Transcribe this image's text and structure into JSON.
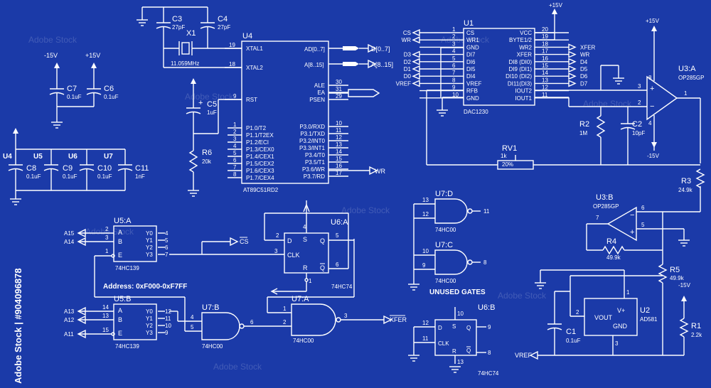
{
  "colors": {
    "background": "#1b3aa8",
    "ink": "#ffffff"
  },
  "watermark": {
    "text": "Adobe Stock",
    "side_text": "Adobe Stock | #904096878"
  },
  "decoupling": {
    "supply_left": "-15V",
    "supply_right": "+15V",
    "c7": {
      "ref": "C7",
      "value": "0.1uF"
    },
    "c6": {
      "ref": "C6",
      "value": "0.1uF"
    },
    "u4": "U4",
    "u5": "U5",
    "u6": "U6",
    "u7": "U7",
    "c8": {
      "ref": "C8",
      "value": "0.1uF"
    },
    "c9": {
      "ref": "C9",
      "value": "0.1uF"
    },
    "c10": {
      "ref": "C10",
      "value": "0.1uF"
    },
    "c11": {
      "ref": "C11",
      "value": "1nF"
    }
  },
  "crystal": {
    "c3": {
      "ref": "C3",
      "value": "27pF"
    },
    "c4": {
      "ref": "C4",
      "value": "27pF"
    },
    "x1": {
      "ref": "X1",
      "value": "11.059MHz"
    },
    "c5": {
      "ref": "C5",
      "value": "1uF",
      "plus": "+"
    },
    "r6": {
      "ref": "R6",
      "value": "20k"
    }
  },
  "mcu": {
    "ref": "U4",
    "part": "AT89C51RD2",
    "left_pins": [
      {
        "num": "19",
        "name": "XTAL1"
      },
      {
        "num": "18",
        "name": "XTAL2"
      },
      {
        "num": "9",
        "name": "RST"
      },
      {
        "num": "1",
        "name": "P1.0/T2"
      },
      {
        "num": "2",
        "name": "P1.1/T2EX"
      },
      {
        "num": "3",
        "name": "P1.2/ECI"
      },
      {
        "num": "4",
        "name": "P1.3/CEX0"
      },
      {
        "num": "5",
        "name": "P1.4/CEX1"
      },
      {
        "num": "6",
        "name": "P1.5/CEX2"
      },
      {
        "num": "7",
        "name": "P1.6/CEX3"
      },
      {
        "num": "8",
        "name": "P1.7/CEX4"
      }
    ],
    "right_pins": [
      {
        "num": "30",
        "name": "ALE"
      },
      {
        "num": "31",
        "name": "EA"
      },
      {
        "num": "29",
        "name": "PSEN"
      },
      {
        "num": "10",
        "name": "P3.0/RXD"
      },
      {
        "num": "11",
        "name": "P3.1/TXD"
      },
      {
        "num": "12",
        "name": "P3.2/INT0"
      },
      {
        "num": "13",
        "name": "P3.3/INT1"
      },
      {
        "num": "14",
        "name": "P3.4/T0"
      },
      {
        "num": "15",
        "name": "P3.5/T1"
      },
      {
        "num": "16",
        "name": "P3.6/WR"
      },
      {
        "num": "17",
        "name": "P3.7/RD"
      }
    ],
    "ad_pin": "AD[0..7]",
    "a_pin": "A[8..15]",
    "ad_net": "D[0..7]",
    "a_net": "A[8..15]",
    "wr_net": "WR"
  },
  "dac": {
    "ref": "U1",
    "part": "DAC1230",
    "left_pins": [
      {
        "num": "1",
        "name": "CS",
        "net": "CS"
      },
      {
        "num": "2",
        "name": "WR1",
        "net": "WR"
      },
      {
        "num": "3",
        "name": "GND",
        "net": ""
      },
      {
        "num": "4",
        "name": "DI7",
        "net": "D3"
      },
      {
        "num": "5",
        "name": "DI6",
        "net": "D2"
      },
      {
        "num": "6",
        "name": "DI5",
        "net": "D1"
      },
      {
        "num": "7",
        "name": "DI4",
        "net": "D0"
      },
      {
        "num": "8",
        "name": "VREF",
        "net": "VREF"
      },
      {
        "num": "9",
        "name": "RFB",
        "net": ""
      },
      {
        "num": "10",
        "name": "GND",
        "net": ""
      }
    ],
    "right_pins": [
      {
        "num": "20",
        "name": "VCC",
        "net": ""
      },
      {
        "num": "19",
        "name": "BYTE1/2",
        "net": ""
      },
      {
        "num": "18",
        "name": "WR2",
        "net": "XFER"
      },
      {
        "num": "17",
        "name": "XFER",
        "net": "WR"
      },
      {
        "num": "16",
        "name": "DI8 (DI0)",
        "net": "D4"
      },
      {
        "num": "15",
        "name": "DI9 (DI1)",
        "net": "D5"
      },
      {
        "num": "14",
        "name": "DI10 (DI2)",
        "net": "D6"
      },
      {
        "num": "13",
        "name": "DI11(DI3)",
        "net": "D7"
      },
      {
        "num": "12",
        "name": "IOUT2",
        "net": ""
      },
      {
        "num": "11",
        "name": "IOUT1",
        "net": ""
      }
    ],
    "supply": "+15V"
  },
  "opamp_a": {
    "ref": "U3:A",
    "part": "OP285GP",
    "supply_pos": "+15V",
    "supply_neg": "-15V",
    "pins": [
      "8",
      "3",
      "2",
      "1",
      "4"
    ],
    "r2": {
      "ref": "R2",
      "value": "1M"
    },
    "c2": {
      "ref": "C2",
      "value": "10pF"
    },
    "rv1": {
      "ref": "RV1",
      "value": "1k",
      "setting": "20%"
    },
    "r3": {
      "ref": "R3",
      "value": "24.9k"
    }
  },
  "opamp_b": {
    "ref": "U3:B",
    "part": "OP285GP",
    "pins": [
      "7",
      "6",
      "5"
    ],
    "r4": {
      "ref": "R4",
      "value": "49.9k"
    },
    "r5": {
      "ref": "R5",
      "value": "49.9k"
    },
    "supply_neg": "-15V"
  },
  "vref": {
    "ref": "U2",
    "part": "AD581",
    "pin_vout": "VOUT",
    "pin_vplus": "V+",
    "pin_gnd": "GND",
    "pins": [
      "2",
      "1",
      "3"
    ],
    "c1": {
      "ref": "C1",
      "value": "0.1uF"
    },
    "r1": {
      "ref": "R1",
      "value": "2.2k"
    },
    "net": "VREF"
  },
  "unused": {
    "label": "UNUSED GATES",
    "u7d": {
      "ref": "U7:D",
      "part": "74HC00",
      "pins": [
        "13",
        "12",
        "11"
      ]
    },
    "u7c": {
      "ref": "U7:C",
      "part": "74HC00",
      "pins": [
        "10",
        "9",
        "8"
      ]
    },
    "u6b": {
      "ref": "U6:B",
      "part": "74HC74",
      "pins": [
        "10",
        "12",
        "11",
        "13",
        "9",
        "8"
      ]
    }
  },
  "decoder": {
    "u5a": {
      "ref": "U5:A",
      "part": "74HC139",
      "inputs": [
        "A15",
        "A14"
      ],
      "pins_in": [
        "2",
        "3",
        "1"
      ],
      "pins_out": [
        "4",
        "5",
        "6",
        "7"
      ]
    },
    "u5b": {
      "ref": "U5:B",
      "part": "74HC139",
      "inputs": [
        "A13",
        "A12",
        "A11"
      ],
      "pins_in": [
        "14",
        "13",
        "15"
      ],
      "pins_out": [
        "12",
        "11",
        "10",
        "9"
      ]
    },
    "pin_a": "A",
    "pin_b": "B",
    "pin_e": "E",
    "outs": [
      "Y0",
      "Y1",
      "Y2",
      "Y3"
    ],
    "cs_net": "CS",
    "address": "Address: 0xF000-0xF7FF"
  },
  "flipflop": {
    "ref": "U6:A",
    "part": "74HC74",
    "pin_d": "D",
    "pin_s": "S",
    "pin_q": "Q",
    "pin_clk": "CLK",
    "pin_r": "R",
    "pin_qn": "Q",
    "pins": [
      "4",
      "2",
      "5",
      "3",
      "1",
      "6"
    ]
  },
  "nand_b": {
    "ref": "U7:B",
    "part": "74HC00",
    "pins": [
      "4",
      "5",
      "6"
    ]
  },
  "nand_a": {
    "ref": "U7:A",
    "part": "74HC00",
    "pins": [
      "1",
      "2",
      "3"
    ],
    "out_net": "XFER"
  }
}
